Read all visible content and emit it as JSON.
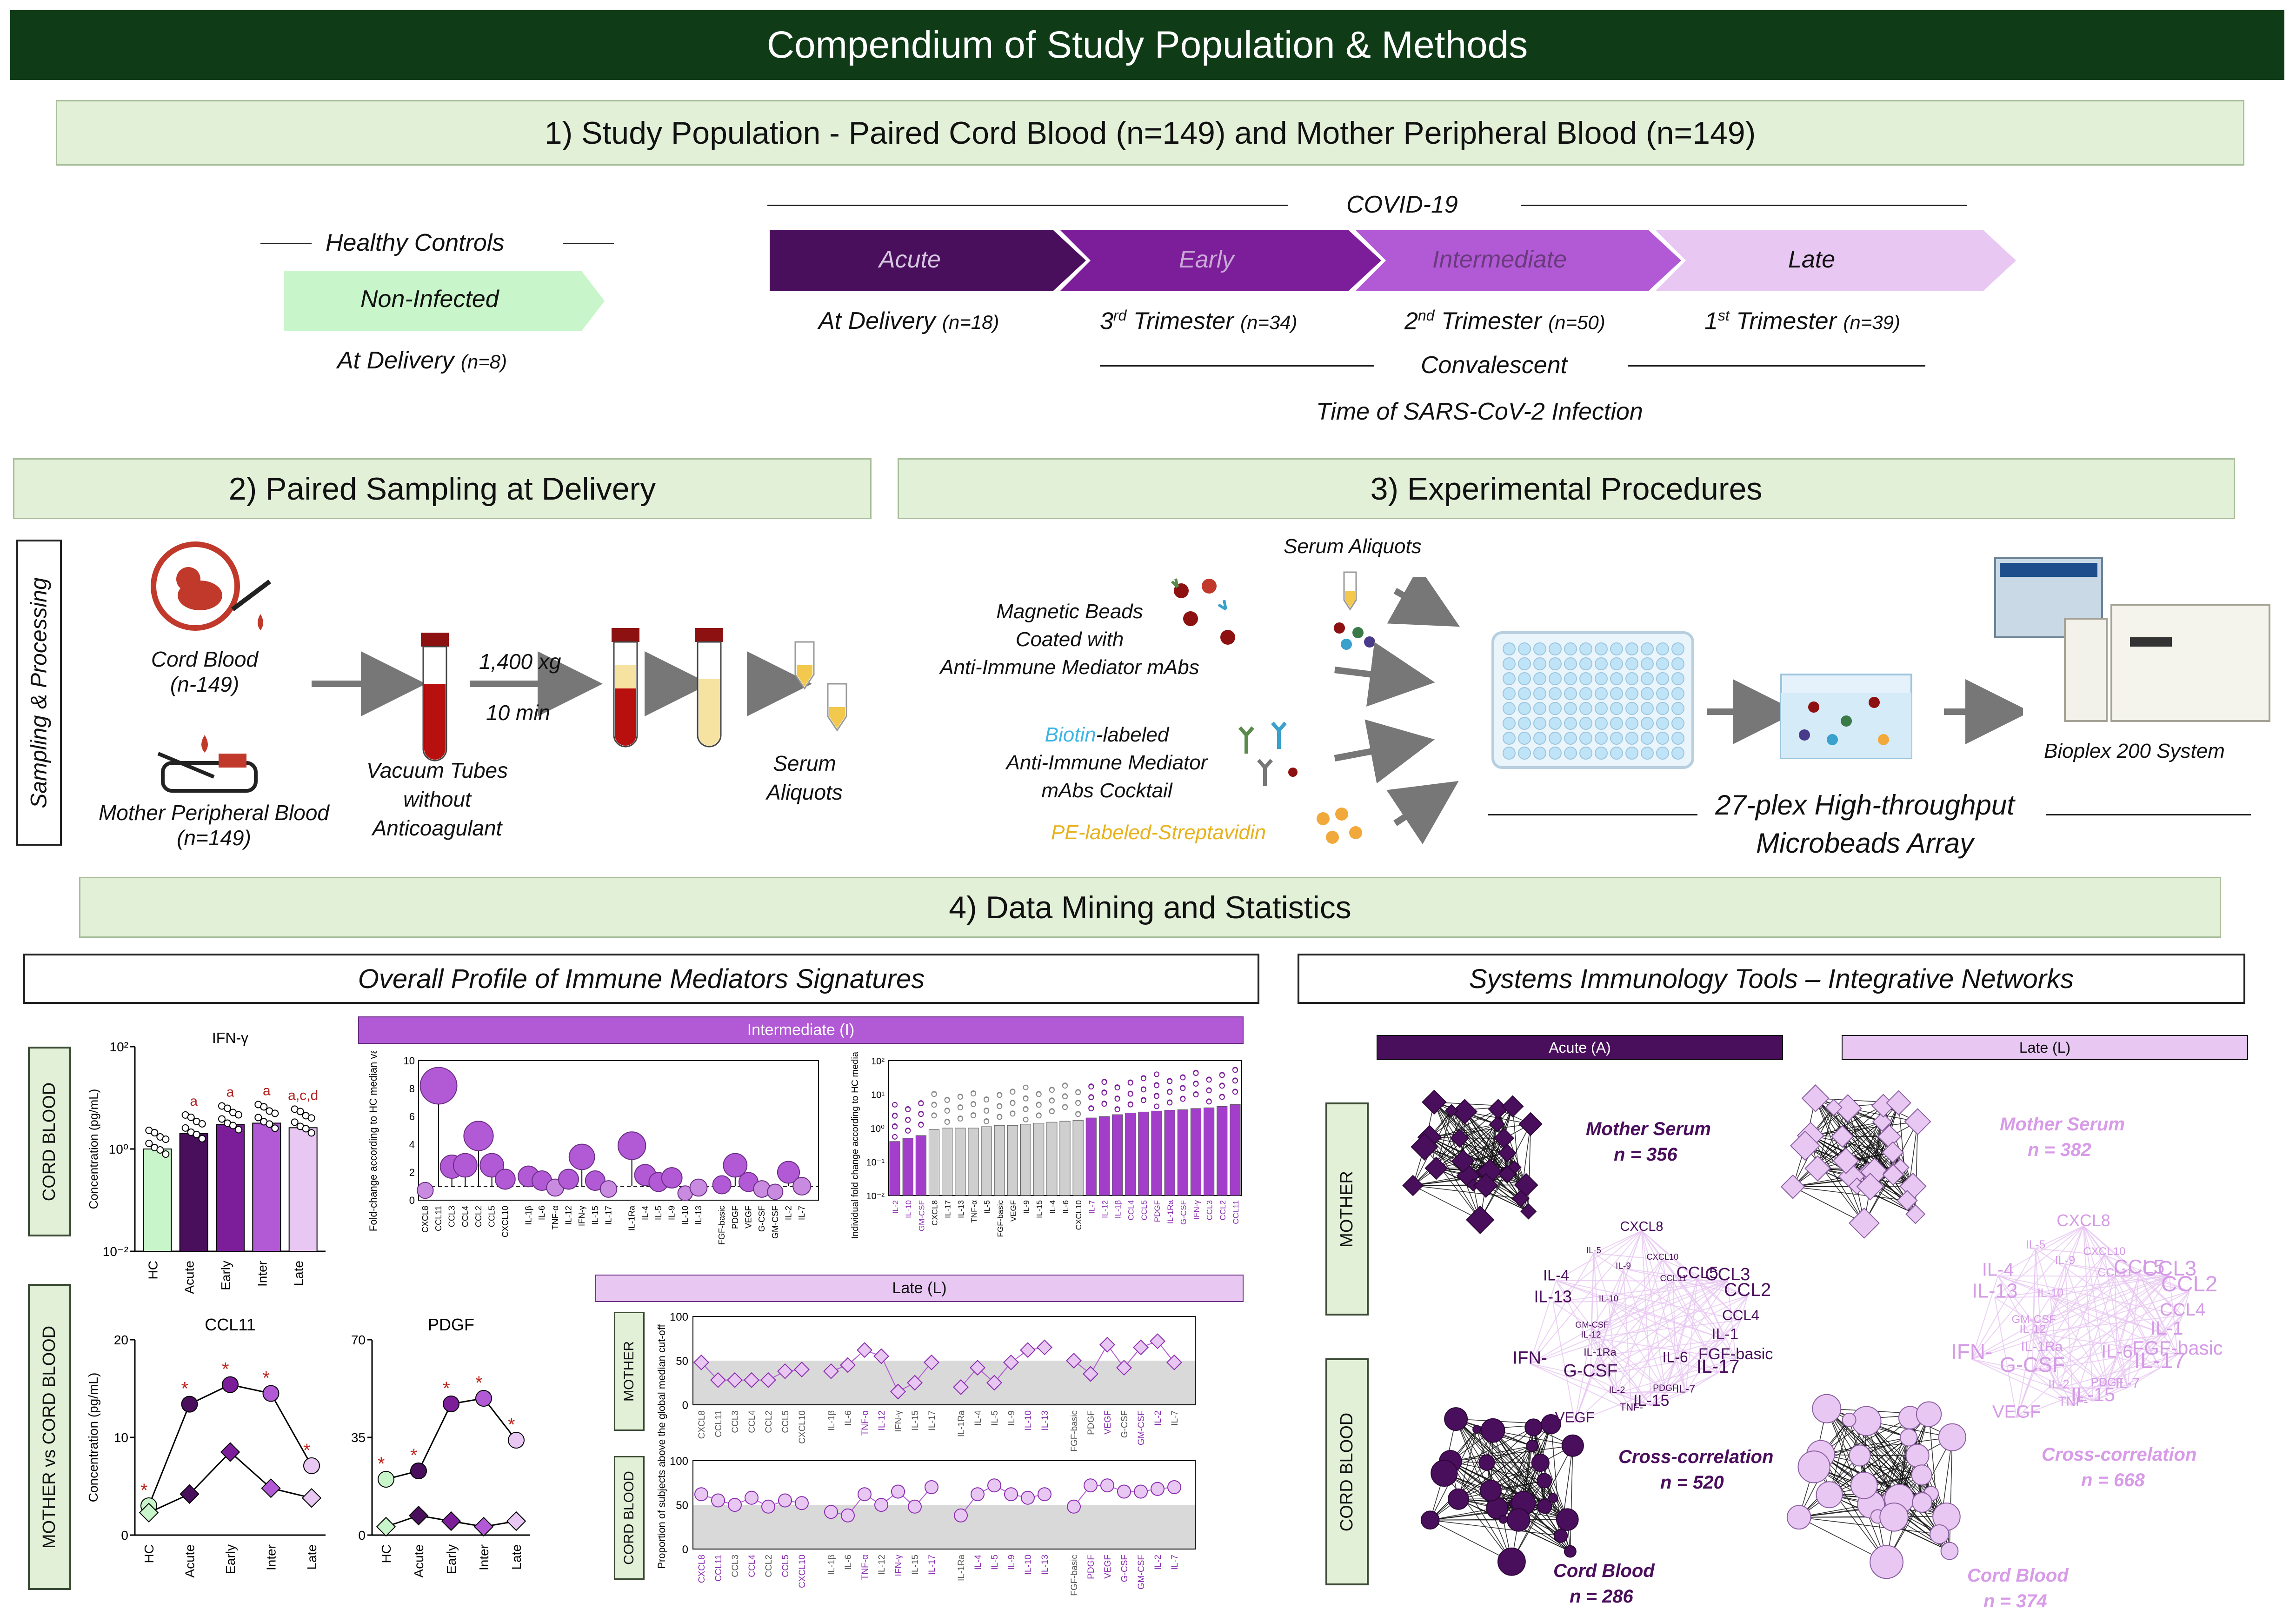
{
  "title": "Compendium of Study Population & Methods",
  "sec1": {
    "title": "1) Study Population - Paired Cord Blood (n=149) and Mother Peripheral Blood (n=149)",
    "healthy_controls": "Healthy Controls",
    "non_infected": "Non-Infected",
    "hc_at_delivery": "At Delivery",
    "hc_n": "(n=8)",
    "covid": "COVID-19",
    "stages": [
      "Acute",
      "Early",
      "Intermediate",
      "Late"
    ],
    "stage_colors": [
      "#4a0f5c",
      "#7c1d9a",
      "#b259d6",
      "#e8c7f2"
    ],
    "stage_times": [
      {
        "main": "At Delivery ",
        "sup": "",
        "rest": "",
        "n": "(n=18)"
      },
      {
        "main": "3",
        "sup": "rd",
        "rest": " Trimester ",
        "n": "(n=34)"
      },
      {
        "main": "2",
        "sup": "nd",
        "rest": " Trimester ",
        "n": "(n=50)"
      },
      {
        "main": "1",
        "sup": "st",
        "rest": " Trimester ",
        "n": "(n=39)"
      }
    ],
    "convalescent": "Convalescent",
    "time_of_infection": "Time of SARS-CoV-2 Infection"
  },
  "sec2": {
    "title": "2) Paired Sampling at Delivery",
    "side_label": "Sampling & Processing",
    "cord_blood": "Cord Blood",
    "cord_n": "(n-149)",
    "mother_pb": "Mother Peripheral Blood",
    "mother_n": "(n=149)",
    "vacuum": [
      "Vacuum Tubes",
      "without",
      "Anticoagulant"
    ],
    "speed": "1,400 xg",
    "time": "10 min",
    "serum": [
      "Serum",
      "Aliquots"
    ]
  },
  "sec3": {
    "title": "3) Experimental Procedures",
    "serum_aliquots": "Serum Aliquots",
    "beads": [
      "Magnetic Beads",
      "Coated with",
      "Anti-Immune Mediator mAbs"
    ],
    "biotin": "Biotin",
    "biotin_rest": "-labeled",
    "biotin_2": "Anti-Immune Mediator",
    "biotin_3": "mAbs Cocktail",
    "pe": "PE-labeled-Streptavidin",
    "array": [
      "27-plex High-throughput",
      "Microbeads Array"
    ],
    "bioplex": "Bioplex 200 System"
  },
  "sec4": {
    "title": "4) Data Mining and Statistics",
    "left_title": "Overall Profile of Immune Mediators Signatures",
    "right_title": "Systems Immunology Tools – Integrative Networks",
    "cord_blood_label": "CORD BLOOD",
    "mother_vs_cord": "MOTHER vs CORD BLOOD",
    "intermediate_bar": "Intermediate (I)",
    "late_bar": "Late (L)",
    "mother_label": "MOTHER",
    "cord_label": "CORD BLOOD",
    "acute_bar": "Acute (A)",
    "late_bar2": "Late (L)",
    "mother_serum": "Mother Serum",
    "n356": "n = 356",
    "n382": "n = 382",
    "cross_corr": "Cross-correlation",
    "n520": "n = 520",
    "n668": "n = 668",
    "cord_blood": "Cord Blood",
    "n286": "n = 286",
    "n374": "n = 374",
    "net_labels_a": [
      "CXCL8",
      "CXCL10",
      "CCL11",
      "CCL5",
      "CCL3",
      "CCL2",
      "CCL4",
      "IL-1",
      "FGF-basic",
      "IL-17",
      "IL-6",
      "IL-7",
      "PDGF",
      "IL-15",
      "TNF-",
      "IL-2",
      "VEGF",
      "G-CSF",
      "IL-1Ra",
      "IFN-",
      "IL-12",
      "GM-CSF",
      "IL-13",
      "IL-4",
      "IL-10",
      "IL-5",
      "IL-9"
    ],
    "net_labels_l": [
      "CXCL8",
      "CXCL10",
      "CCL11",
      "CCL5",
      "CCL3",
      "CCL2",
      "CCL4",
      "IL-1",
      "FGF-basic",
      "IL-17",
      "IL-6",
      "IL-7",
      "PDGF",
      "IL-15",
      "TNF-",
      "IL-2",
      "VEGF",
      "G-CSF",
      "IL-1Ra",
      "IFN-",
      "IL-12",
      "GM-CSF",
      "IL-13",
      "IL-4",
      "IL-10",
      "IL-5",
      "IL-9"
    ]
  },
  "chart_data": [
    {
      "type": "bar",
      "title": "IFN-γ",
      "ylabel": "Concentration (pg/mL)",
      "yscale": "log",
      "ylim": [
        0.01,
        100
      ],
      "yticks": [
        "10²",
        "10⁰",
        "10⁻²"
      ],
      "categories": [
        "HC",
        "Acute",
        "Early",
        "Inter",
        "Late"
      ],
      "values": [
        1.0,
        2.0,
        3.0,
        3.2,
        2.6
      ],
      "colors": [
        "#c8f5c9",
        "#4a0f5c",
        "#7c1d9a",
        "#b259d6",
        "#e8c7f2"
      ],
      "annotations": [
        "",
        "a",
        "a",
        "a",
        "a,c,d"
      ]
    },
    {
      "type": "line",
      "title": "CCL11",
      "ylabel": "Concentration (pg/mL)",
      "ylim": [
        0,
        20
      ],
      "yticks": [
        "20",
        "10",
        "0"
      ],
      "categories": [
        "HC",
        "Acute",
        "Early",
        "Inter",
        "Late"
      ],
      "series": [
        {
          "name": "Mother",
          "values": [
            3,
            13.4,
            15.4,
            14.5,
            7.1
          ],
          "markers": [
            "*",
            "*",
            "*",
            "*",
            "*"
          ]
        },
        {
          "name": "Cord Blood",
          "values": [
            2.3,
            4.2,
            8.5,
            4.8,
            3.8
          ]
        }
      ]
    },
    {
      "type": "line",
      "title": "PDGF",
      "ylim": [
        0,
        70
      ],
      "yticks": [
        "70",
        "35",
        "0"
      ],
      "categories": [
        "HC",
        "Acute",
        "Early",
        "Inter",
        "Late"
      ],
      "series": [
        {
          "name": "Mother",
          "values": [
            20,
            23,
            47,
            49,
            34
          ]
        },
        {
          "name": "Cord Blood",
          "values": [
            3,
            7,
            5,
            3,
            5
          ]
        }
      ]
    },
    {
      "type": "scatter",
      "title": "Intermediate (I)",
      "ylabel": "Fold-change according to HC median values",
      "ylim": [
        0,
        10
      ],
      "categories": [
        "CXCL8",
        "CCL11",
        "CCL3",
        "CCL4",
        "CCL2",
        "CCL5",
        "CXCL10",
        "IL-1β",
        "IL-6",
        "TNF-α",
        "IL-12",
        "IFN-γ",
        "IL-15",
        "IL-17",
        "IL-1Ra",
        "IL-4",
        "IL-5",
        "IL-9",
        "IL-10",
        "IL-13",
        "FGF-basic",
        "PDGF",
        "VEGF",
        "G-CSF",
        "GM-CSF",
        "IL-2",
        "IL-7"
      ],
      "values": [
        0.7,
        8.2,
        2.4,
        2.5,
        4.6,
        2.5,
        1.5,
        1.7,
        1.4,
        0.9,
        1.5,
        3.1,
        1.4,
        0.8,
        3.9,
        1.8,
        1.3,
        1.6,
        0.5,
        0.9,
        1.1,
        2.5,
        1.3,
        0.8,
        0.6,
        2.0,
        1.0
      ]
    },
    {
      "type": "bar",
      "title": "Individual fold change",
      "ylabel": "Individual fold change according to HC median values",
      "yscale": "log",
      "yticks": [
        "10²",
        "10¹",
        "10⁰",
        "10⁻¹",
        "10⁻²"
      ],
      "categories": [
        "IL-2",
        "IL-10",
        "GM-CSF",
        "CXCL8",
        "IL-17",
        "IL-13",
        "TNF-α",
        "IL-5",
        "FGF-basic",
        "VEGF",
        "IL-9",
        "IL-15",
        "IL-4",
        "IL-6",
        "CXCL10",
        "IL-7",
        "IL-12",
        "IL-1β",
        "CCL4",
        "CCL5",
        "PDGF",
        "IL-1Ra",
        "G-CSF",
        "IFN-γ",
        "CCL3",
        "CCL2",
        "CCL11"
      ],
      "values": [
        0.4,
        0.5,
        0.6,
        0.9,
        1.0,
        1.0,
        1.0,
        1.1,
        1.2,
        1.2,
        1.3,
        1.4,
        1.5,
        1.6,
        1.7,
        2.0,
        2.2,
        2.5,
        2.8,
        3.0,
        3.2,
        3.4,
        3.5,
        3.8,
        4.0,
        4.4,
        5.0
      ]
    },
    {
      "type": "line",
      "title": "Late (L) - MOTHER",
      "ylabel": "Proportion of subjects above the global median cut-off",
      "ylim": [
        0,
        100
      ],
      "yticks": [
        "100",
        "50",
        "0"
      ],
      "categories": [
        "CXCL8",
        "CCL11",
        "CCL3",
        "CCL4",
        "CCL2",
        "CCL5",
        "CXCL10",
        "IL-1β",
        "IL-6",
        "TNF-α",
        "IL-12",
        "IFN-γ",
        "IL-15",
        "IL-17",
        "IL-1Ra",
        "IL-4",
        "IL-5",
        "IL-9",
        "IL-10",
        "IL-13",
        "FGF-basic",
        "PDGF",
        "VEGF",
        "G-CSF",
        "GM-CSF",
        "IL-2",
        "IL-7"
      ],
      "values": [
        48,
        28,
        28,
        28,
        28,
        38,
        40,
        38,
        45,
        62,
        55,
        15,
        25,
        48,
        20,
        42,
        25,
        48,
        62,
        65,
        50,
        35,
        68,
        42,
        65,
        72,
        48
      ]
    },
    {
      "type": "line",
      "title": "Late (L) - CORD BLOOD",
      "ylim": [
        0,
        100
      ],
      "yticks": [
        "100",
        "50",
        "0"
      ],
      "categories": [
        "CXCL8",
        "CCL11",
        "CCL3",
        "CCL4",
        "CCL2",
        "CCL5",
        "CXCL10",
        "IL-1β",
        "IL-6",
        "TNF-α",
        "IL-12",
        "IFN-γ",
        "IL-15",
        "IL-17",
        "IL-1Ra",
        "IL-4",
        "IL-5",
        "IL-9",
        "IL-10",
        "IL-13",
        "FGF-basic",
        "PDGF",
        "VEGF",
        "G-CSF",
        "GM-CSF",
        "IL-2",
        "IL-7"
      ],
      "values": [
        62,
        55,
        50,
        58,
        48,
        55,
        52,
        42,
        38,
        62,
        50,
        65,
        48,
        70,
        38,
        62,
        72,
        62,
        58,
        62,
        48,
        72,
        72,
        65,
        65,
        68,
        70
      ]
    }
  ]
}
